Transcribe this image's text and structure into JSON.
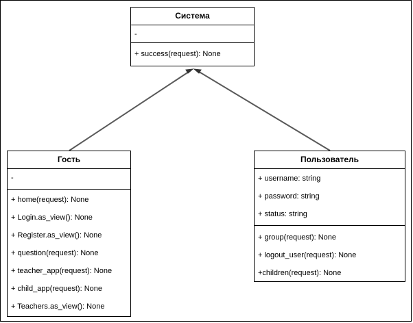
{
  "diagram": {
    "classes": {
      "system": {
        "name": "Система",
        "attributes": [
          "-"
        ],
        "methods": [
          "+ success(request): None"
        ]
      },
      "guest": {
        "name": "Гость",
        "attributes": [
          "-"
        ],
        "methods": [
          "+ home(request): None",
          "+ Login.as_view(): None",
          "+ Register.as_view(): None",
          "+ question(request): None",
          "+ teacher_app(request): None",
          "+ child_app(request): None",
          "+ Teachers.as_view(): None"
        ]
      },
      "user": {
        "name": "Пользователь",
        "attributes": [
          "+ username: string",
          "+ password: string",
          "+ status: string"
        ],
        "methods": [
          "+ group(request): None",
          "+ logout_user(request): None",
          "+children(request): None"
        ]
      }
    },
    "relations": [
      {
        "from": "Гость",
        "to": "Система",
        "type": "generalization"
      },
      {
        "from": "Пользователь",
        "to": "Система",
        "type": "generalization"
      }
    ],
    "colors": {
      "line": "#595959",
      "border": "#000000",
      "background": "#ffffff"
    }
  }
}
